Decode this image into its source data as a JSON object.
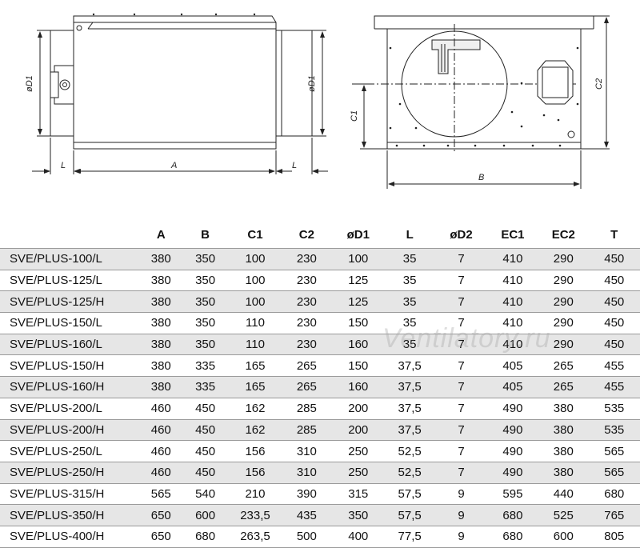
{
  "side_view": {
    "dim_D1_left": "øD1",
    "dim_D1_right": "øD1",
    "dim_L_left": "L",
    "dim_A": "A",
    "dim_L_right": "L"
  },
  "front_view": {
    "dim_C1": "C1",
    "dim_C2": "C2",
    "dim_B": "B"
  },
  "watermark": "Ventilatory.ru",
  "table": {
    "headers": [
      "",
      "A",
      "B",
      "C1",
      "C2",
      "øD1",
      "L",
      "øD2",
      "EC1",
      "EC2",
      "T"
    ],
    "rows": [
      [
        "SVE/PLUS-100/L",
        "380",
        "350",
        "100",
        "230",
        "100",
        "35",
        "7",
        "410",
        "290",
        "450"
      ],
      [
        "SVE/PLUS-125/L",
        "380",
        "350",
        "100",
        "230",
        "125",
        "35",
        "7",
        "410",
        "290",
        "450"
      ],
      [
        "SVE/PLUS-125/H",
        "380",
        "350",
        "100",
        "230",
        "125",
        "35",
        "7",
        "410",
        "290",
        "450"
      ],
      [
        "SVE/PLUS-150/L",
        "380",
        "350",
        "110",
        "230",
        "150",
        "35",
        "7",
        "410",
        "290",
        "450"
      ],
      [
        "SVE/PLUS-160/L",
        "380",
        "350",
        "110",
        "230",
        "160",
        "35",
        "7",
        "410",
        "290",
        "450"
      ],
      [
        "SVE/PLUS-150/H",
        "380",
        "335",
        "165",
        "265",
        "150",
        "37,5",
        "7",
        "405",
        "265",
        "455"
      ],
      [
        "SVE/PLUS-160/H",
        "380",
        "335",
        "165",
        "265",
        "160",
        "37,5",
        "7",
        "405",
        "265",
        "455"
      ],
      [
        "SVE/PLUS-200/L",
        "460",
        "450",
        "162",
        "285",
        "200",
        "37,5",
        "7",
        "490",
        "380",
        "535"
      ],
      [
        "SVE/PLUS-200/H",
        "460",
        "450",
        "162",
        "285",
        "200",
        "37,5",
        "7",
        "490",
        "380",
        "535"
      ],
      [
        "SVE/PLUS-250/L",
        "460",
        "450",
        "156",
        "310",
        "250",
        "52,5",
        "7",
        "490",
        "380",
        "565"
      ],
      [
        "SVE/PLUS-250/H",
        "460",
        "450",
        "156",
        "310",
        "250",
        "52,5",
        "7",
        "490",
        "380",
        "565"
      ],
      [
        "SVE/PLUS-315/H",
        "565",
        "540",
        "210",
        "390",
        "315",
        "57,5",
        "9",
        "595",
        "440",
        "680"
      ],
      [
        "SVE/PLUS-350/H",
        "650",
        "600",
        "233,5",
        "435",
        "350",
        "57,5",
        "9",
        "680",
        "525",
        "765"
      ],
      [
        "SVE/PLUS-400/H",
        "650",
        "680",
        "263,5",
        "500",
        "400",
        "77,5",
        "9",
        "680",
        "600",
        "805"
      ]
    ]
  }
}
